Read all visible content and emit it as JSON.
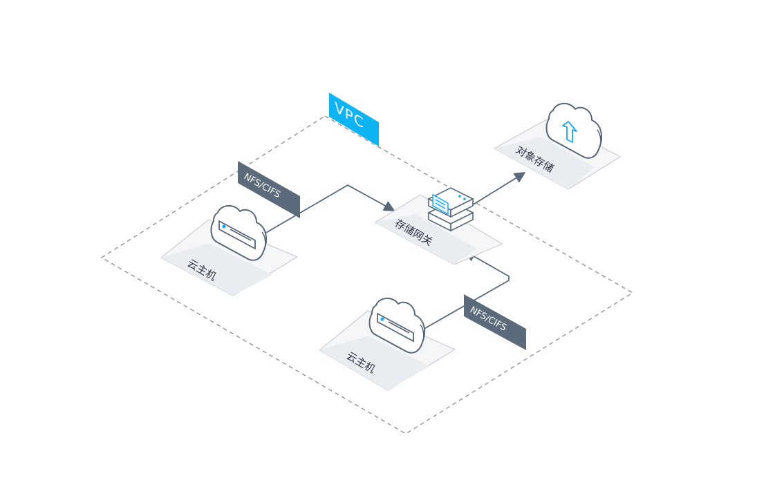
{
  "diagram": {
    "vpc_label": "VPC",
    "nodes": {
      "vm_left": {
        "label": "云主机",
        "icon": "cloud-server-icon"
      },
      "vm_bottom": {
        "label": "云主机",
        "icon": "cloud-server-icon"
      },
      "gateway": {
        "label": "存储网关",
        "icon": "storage-gateway-icon"
      },
      "object_storage": {
        "label": "对象存储",
        "icon": "cloud-upload-icon"
      }
    },
    "edges": {
      "left_protocol": "NFS/CIFS",
      "bottom_protocol": "NFS/CIFS"
    },
    "colors": {
      "vpc_accent": "#0db3f2",
      "tag_background": "#5b6b7c",
      "line": "#56677a",
      "icon_stroke": "#56677a",
      "icon_accent": "#1aa6f0",
      "platform_fill": "#f4f5f7",
      "platform_border": "#c9ced6",
      "boundary": "#9aa0a6"
    }
  }
}
